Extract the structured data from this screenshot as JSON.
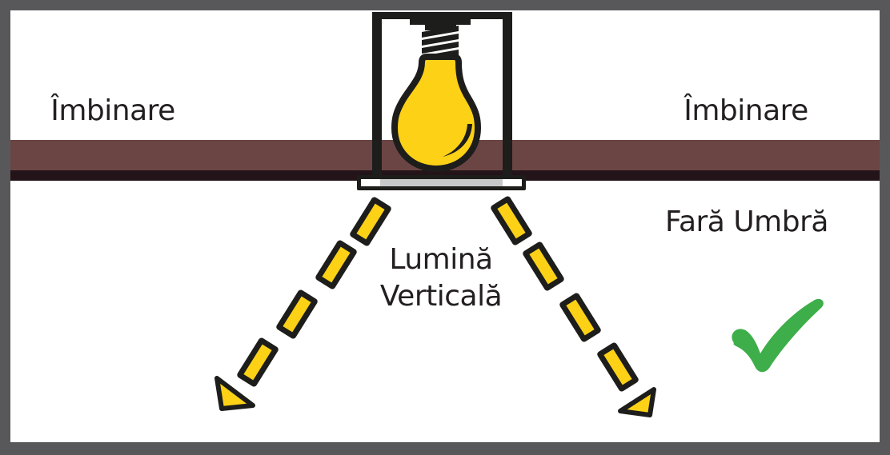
{
  "diagram": {
    "title_implied": "Recessed vertical lighting – no shadow diagram",
    "labels": {
      "joint_left": "Îmbinare",
      "joint_right": "Îmbinare",
      "no_shadow": "Fară Umbră",
      "light_line1": "Lumină",
      "light_line2": "Verticală"
    },
    "icons": [
      "light-bulb-icon",
      "fixture-frame",
      "ceiling-trim",
      "light-ray-dash",
      "ray-arrowhead-icon",
      "check-icon"
    ],
    "colors": {
      "border_gray": "#58585a",
      "canvas_white": "#ffffff",
      "ceiling_brown": "#6b4544",
      "ceiling_shadow": "#231419",
      "outline_black": "#1d1d1b",
      "bulb_yellow": "#fcd116",
      "trim_gray": "#c7c8ca",
      "check_green": "#3dae49",
      "text_dark": "#231f20"
    }
  }
}
